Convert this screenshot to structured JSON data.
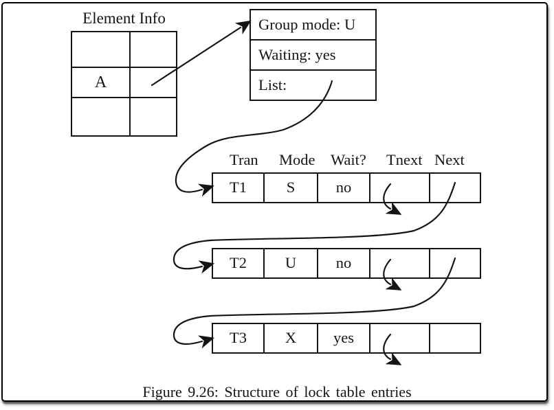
{
  "element_info": {
    "title": "Element Info",
    "cell_value": "A"
  },
  "lock_entry_box": {
    "rows": [
      "Group mode: U",
      "Waiting: yes",
      "List:"
    ]
  },
  "lock_table": {
    "headers": [
      "Tran",
      "Mode",
      "Wait?",
      "Tnext",
      "Next"
    ],
    "rows": [
      {
        "tran": "T1",
        "mode": "S",
        "wait": "no",
        "tnext": "",
        "next": ""
      },
      {
        "tran": "T2",
        "mode": "U",
        "wait": "no",
        "tnext": "",
        "next": ""
      },
      {
        "tran": "T3",
        "mode": "X",
        "wait": "yes",
        "tnext": "",
        "next": ""
      }
    ]
  },
  "caption": "Figure 9.26: Structure of lock table entries",
  "colors": {
    "ink": "#141414",
    "background": "#ffffff"
  }
}
